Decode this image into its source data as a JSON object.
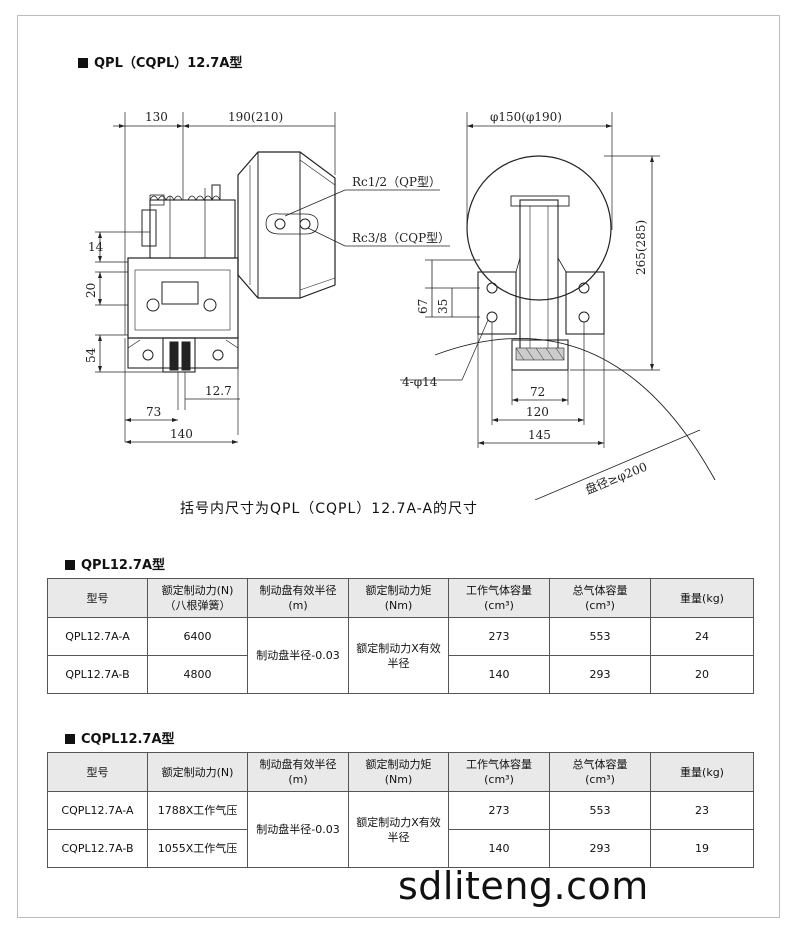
{
  "drawing": {
    "title": "QPL（CQPL）12.7A型",
    "dims": {
      "d130": "130",
      "d190": "190(210)",
      "d14": "14",
      "d20": "20",
      "d54": "54",
      "d12_7": "12.7",
      "d73": "73",
      "d140": "140",
      "rc12": "Rc1/2（QP型）",
      "rc38": "Rc3/8（CQP型）",
      "phi150": "φ150(φ190)",
      "d265": "265(285)",
      "d67": "67",
      "d35": "35",
      "hole": "4-φ14",
      "d72": "72",
      "d120": "120",
      "d145": "145",
      "disc": "盘径≥φ200"
    },
    "note": "括号内尺寸为QPL（CQPL）12.7A-A的尺寸"
  },
  "qpl": {
    "title": "QPL12.7A型",
    "headers": {
      "model": "型号",
      "force": "额定制动力(N)",
      "force_sub": "（八根弹簧）",
      "radius": "制动盘有效半径",
      "radius_unit": "(m)",
      "torque": "额定制动力矩",
      "torque_unit": "(Nm)",
      "work_gas": "工作气体容量",
      "work_gas_unit": "(cm³)",
      "total_gas": "总气体容量",
      "total_gas_unit": "(cm³)",
      "weight": "重量(kg)"
    },
    "merged_radius": "制动盘半径-0.03",
    "merged_torque": "额定制动力X有效半径",
    "rows": [
      {
        "model": "QPL12.7A-A",
        "force": "6400",
        "work": "273",
        "total": "553",
        "weight": "24"
      },
      {
        "model": "QPL12.7A-B",
        "force": "4800",
        "work": "140",
        "total": "293",
        "weight": "20"
      }
    ]
  },
  "cqpl": {
    "title": "CQPL12.7A型",
    "headers": {
      "model": "型号",
      "force": "额定制动力(N)",
      "radius": "制动盘有效半径",
      "radius_unit": "(m)",
      "torque": "额定制动力矩",
      "torque_unit": "(Nm)",
      "work_gas": "工作气体容量",
      "work_gas_unit": "(cm³)",
      "total_gas": "总气体容量",
      "total_gas_unit": "(cm³)",
      "weight": "重量(kg)"
    },
    "merged_radius": "制动盘半径-0.03",
    "merged_torque": "额定制动力X有效半径",
    "rows": [
      {
        "model": "CQPL12.7A-A",
        "force": "1788X工作气压",
        "work": "273",
        "total": "553",
        "weight": "23"
      },
      {
        "model": "CQPL12.7A-B",
        "force": "1055X工作气压",
        "work": "140",
        "total": "293",
        "weight": "19"
      }
    ]
  },
  "watermark": "sdliteng.com"
}
